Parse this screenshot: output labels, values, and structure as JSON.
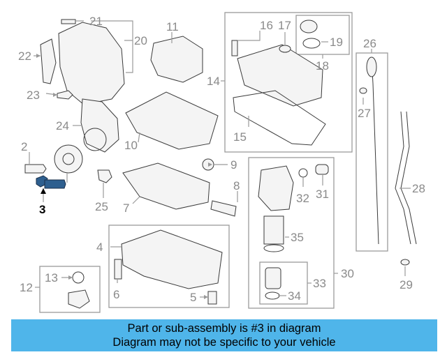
{
  "callouts": {
    "c2": "2",
    "c3": "3",
    "c4": "4",
    "c5": "5",
    "c6": "6",
    "c7": "7",
    "c8": "8",
    "c9": "9",
    "c10": "10",
    "c11": "11",
    "c12": "12",
    "c13": "13",
    "c14": "14",
    "c15": "15",
    "c16": "16",
    "c17": "17",
    "c18": "18",
    "c19": "19",
    "c20": "20",
    "c21": "21",
    "c22": "22",
    "c23": "23",
    "c24": "24",
    "c25": "25",
    "c26": "26",
    "c27": "27",
    "c28": "28",
    "c29": "29",
    "c30": "30",
    "c31": "31",
    "c32": "32",
    "c33": "33",
    "c34": "34",
    "c35": "35"
  },
  "highlight_part": "3",
  "highlight_color": "#2e5f8f",
  "banner": {
    "line1": "Part or sub-assembly is #3 in diagram",
    "line2": "Diagram may not be specific to your vehicle",
    "background": "#4fb5ea"
  }
}
